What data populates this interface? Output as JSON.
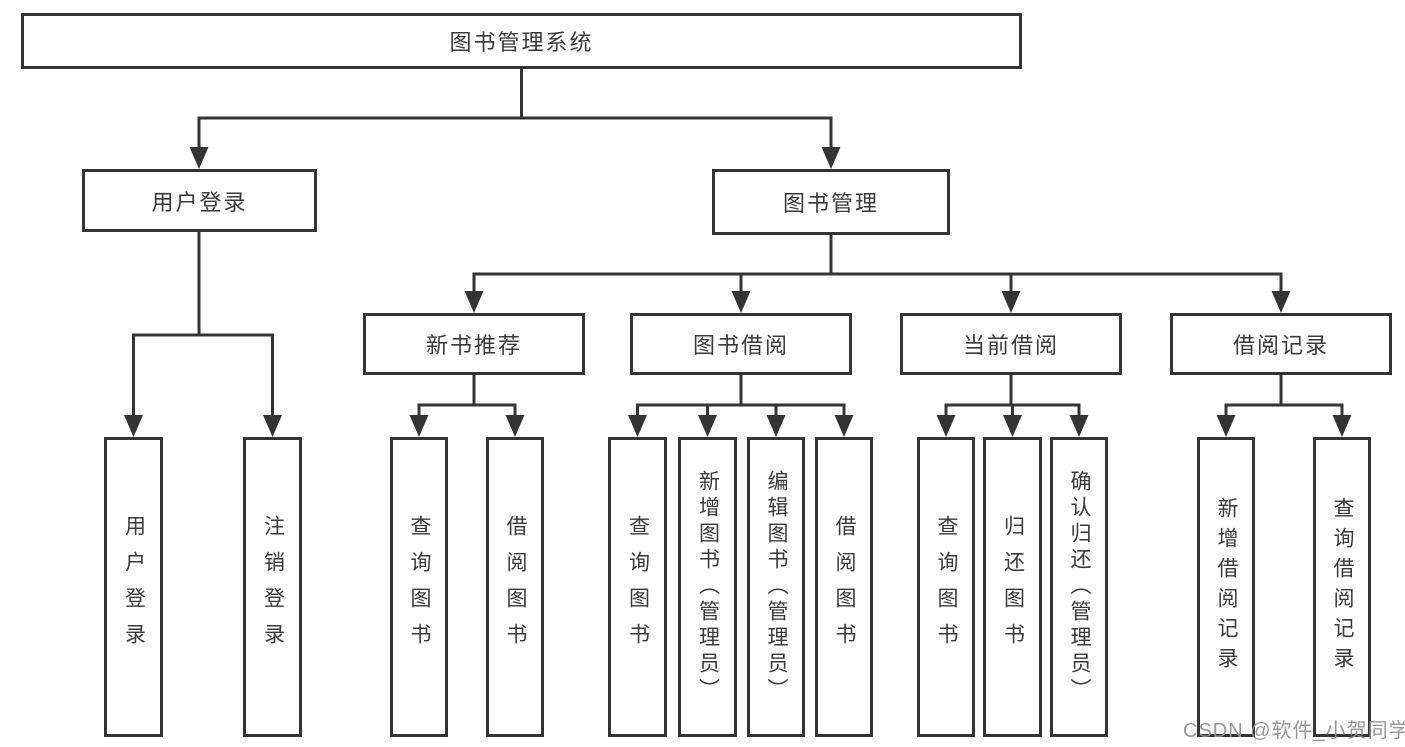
{
  "diagram": {
    "title": "图书管理系统",
    "colors": {
      "line": "#343434",
      "text": "#3a3a3a",
      "background": "#ffffff",
      "watermark": "#919191"
    },
    "nodes": {
      "root": {
        "label": "图书管理系统"
      },
      "user_login": {
        "label": "用户登录"
      },
      "book_mgmt": {
        "label": "图书管理"
      },
      "new_book_rec": {
        "label": "新书推荐"
      },
      "book_borrow": {
        "label": "图书借阅"
      },
      "current_borrow": {
        "label": "当前借阅"
      },
      "borrow_record": {
        "label": "借阅记录"
      },
      "leaf_user_login": {
        "label": "用户登录"
      },
      "leaf_logout": {
        "label": "注销登录"
      },
      "leaf_query_book_1": {
        "label": "查询图书"
      },
      "leaf_borrow_book_1": {
        "label": "借阅图书"
      },
      "leaf_query_book_2": {
        "label": "查询图书"
      },
      "leaf_add_book": {
        "label": "新增图书（管理员）"
      },
      "leaf_edit_book": {
        "label": "编辑图书（管理员）"
      },
      "leaf_borrow_book_2": {
        "label": "借阅图书"
      },
      "leaf_query_book_3": {
        "label": "查询图书"
      },
      "leaf_return_book": {
        "label": "归还图书"
      },
      "leaf_confirm_return": {
        "label": "确认归还（管理员）"
      },
      "leaf_add_record": {
        "label": "新增借阅记录"
      },
      "leaf_query_record": {
        "label": "查询借阅记录"
      }
    },
    "hierarchy": {
      "root": "图书管理系统",
      "children": [
        {
          "label": "用户登录",
          "children": [
            "用户登录",
            "注销登录"
          ]
        },
        {
          "label": "图书管理",
          "children": [
            {
              "label": "新书推荐",
              "children": [
                "查询图书",
                "借阅图书"
              ]
            },
            {
              "label": "图书借阅",
              "children": [
                "查询图书",
                "新增图书（管理员）",
                "编辑图书（管理员）",
                "借阅图书"
              ]
            },
            {
              "label": "当前借阅",
              "children": [
                "查询图书",
                "归还图书",
                "确认归还（管理员）"
              ]
            },
            {
              "label": "借阅记录",
              "children": [
                "新增借阅记录",
                "查询借阅记录"
              ]
            }
          ]
        }
      ]
    },
    "watermark": "CSDN @软件_小贺同学"
  }
}
